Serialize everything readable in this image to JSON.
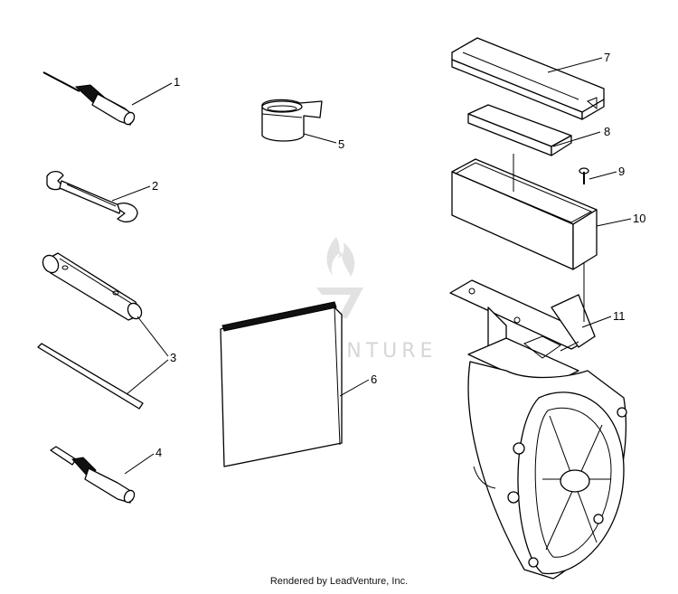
{
  "diagram": {
    "callouts": [
      {
        "id": "1",
        "label": "1"
      },
      {
        "id": "2",
        "label": "2"
      },
      {
        "id": "3",
        "label": "3"
      },
      {
        "id": "4",
        "label": "4"
      },
      {
        "id": "5",
        "label": "5"
      },
      {
        "id": "6",
        "label": "6"
      },
      {
        "id": "7",
        "label": "7"
      },
      {
        "id": "8",
        "label": "8"
      },
      {
        "id": "9",
        "label": "9"
      },
      {
        "id": "10",
        "label": "10"
      },
      {
        "id": "11",
        "label": "11"
      }
    ]
  },
  "watermark": {
    "text": "LEADVENTURE"
  },
  "footer": {
    "text": "Rendered by LeadVenture, Inc."
  }
}
